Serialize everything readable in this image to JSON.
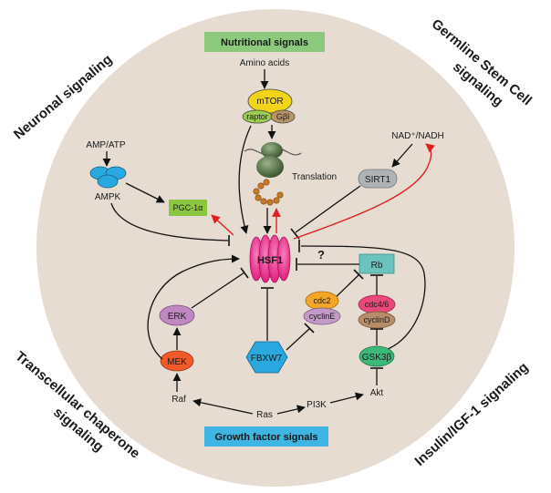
{
  "regions": {
    "nutritional": "Nutritional signals",
    "growth_factor": "Growth factor signals",
    "neuronal": "Neuronal signaling",
    "germline": [
      "Germline Stem Cell",
      "signaling"
    ],
    "transcellular": [
      "Transcellular chaperone",
      "signaling"
    ],
    "insulin": "Insulin/IGF-1 signaling"
  },
  "nodes": {
    "amino_acids": "Amino acids",
    "mtor": "mTOR",
    "raptor": "raptor",
    "gbl": "Gβl",
    "translation": "Translation",
    "amp_atp": "AMP/ATP",
    "ampk": "AMPK",
    "pgc": "PGC-1α",
    "nad_nadh": "NAD⁺/NADH",
    "sirt1": "SIRT1",
    "hsf1": "HSF1",
    "rb": "Rb",
    "question": "?",
    "erk": "ERK",
    "cdc2": "cdc2",
    "cycline": "cyclinE",
    "cdc46": "cdc4/6",
    "cyclind": "cyclinD",
    "mek": "MEK",
    "fbxw7": "FBXW7",
    "gsk3b": "GSK3β",
    "raf": "Raf",
    "ras": "Ras",
    "pi3k": "PI3K",
    "akt": "Akt"
  },
  "colors": {
    "circle_bg": "#e6dcd2",
    "nutritional_box": "#8dc97c",
    "growth_box": "#3fb5e3",
    "mtor": "#f2d418",
    "raptor": "#9ccc52",
    "gbl": "#b89467",
    "ampk": "#29a9e0",
    "pgc": "#8dc63f",
    "sirt1": "#b0b3b6",
    "hsf1": "#ec3e95",
    "rb": "#6cc3be",
    "erk": "#c088c0",
    "cdc2": "#f6a626",
    "cycline": "#c39ac8",
    "cdc46": "#e8487a",
    "cyclind": "#b88e6a",
    "mek": "#f05a28",
    "fbxw7": "#29a9e0",
    "gsk3b": "#3cb878",
    "beads": "#c87a28",
    "ribosome": "#4c6a3a",
    "red_arrow": "#e0201e"
  }
}
